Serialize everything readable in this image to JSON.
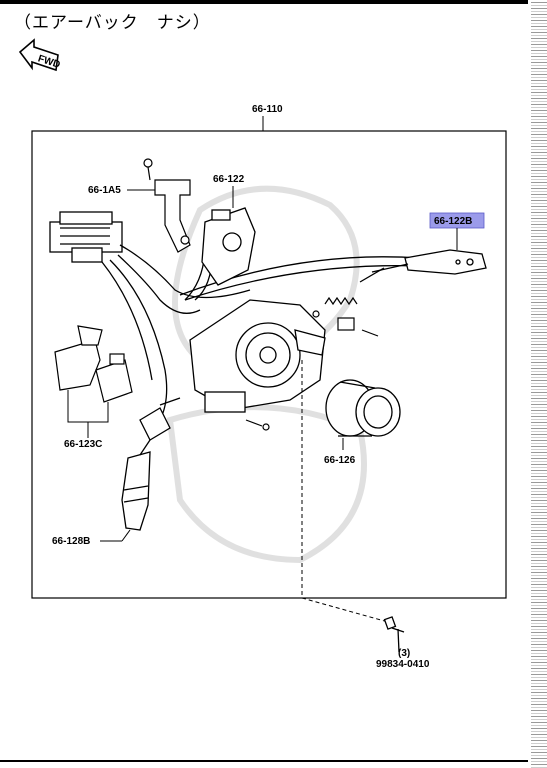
{
  "header": {
    "title": "（エアーバック　ナシ）"
  },
  "direction": {
    "label": "FWD",
    "icon": "fwd-arrow-icon"
  },
  "assembly": {
    "label": "66-110"
  },
  "callouts": {
    "c_1a5": "66-1A5",
    "c_122": "66-122",
    "c_122b": "66-122B",
    "c_123c": "66-123C",
    "c_126": "66-126",
    "c_128b": "66-128B"
  },
  "bolt": {
    "qty": "(3)",
    "part_number": "99834-0410"
  },
  "highlight_color": "#9b9bea"
}
